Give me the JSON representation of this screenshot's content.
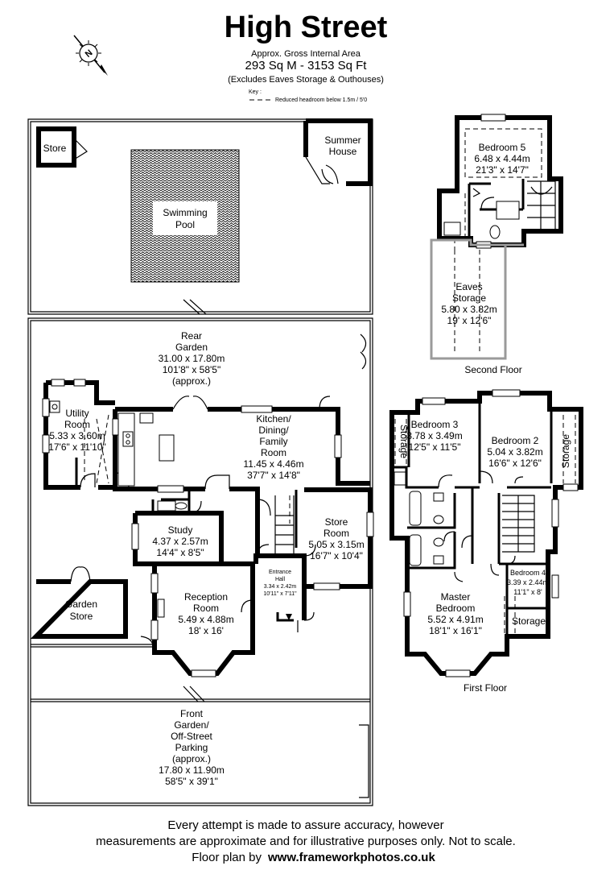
{
  "header": {
    "title": "High Street",
    "area_caption": "Approx. Gross Internal Area",
    "area_value": "293 Sq M - 3153 Sq Ft",
    "excludes": "(Excludes Eaves Storage & Outhouses)",
    "key_label": "Key :",
    "key_item": "Reduced  headroom below 1.5m / 5'0"
  },
  "compass": {
    "icon": "compass-north-icon",
    "letter": "N"
  },
  "outside": {
    "store": "Store",
    "summer_house": [
      "Summer",
      "House"
    ],
    "pool": [
      "Swimming",
      "Pool"
    ],
    "rear_garden": [
      "Rear",
      "Garden",
      "31.00 x 17.80m",
      "101'8\" x 58'5\"",
      "(approx.)"
    ],
    "garden_store": [
      "Garden",
      "Store"
    ],
    "front_garden": [
      "Front",
      "Garden/",
      "Off-Street",
      "Parking",
      "(approx.)",
      "17.80 x 11.90m",
      "58'5\" x 39'1\""
    ]
  },
  "ground_floor": {
    "utility": [
      "Utility",
      "Room",
      "5.33 x 3.60m",
      "17'6\" x 11'10\""
    ],
    "kitchen": [
      "Kitchen/",
      "Dining/",
      "Family",
      "Room",
      "11.45 x 4.46m",
      "37'7\" x 14'8\""
    ],
    "study": [
      "Study",
      "4.37 x 2.57m",
      "14'4\" x 8'5\""
    ],
    "store_room": [
      "Store",
      "Room",
      "5.05 x 3.15m",
      "16'7\" x 10'4\""
    ],
    "entrance_hall": [
      "Entrance",
      "Hall",
      "3.34 x 2.42m",
      "10'11\" x 7'11\""
    ],
    "reception": [
      "Reception",
      "Room",
      "5.49 x 4.88m",
      "18' x 16'"
    ]
  },
  "second_floor": {
    "label": "Second Floor",
    "bedroom5": [
      "Bedroom 5",
      "6.48 x 4.44m",
      "21'3\" x 14'7\""
    ],
    "eaves": [
      "Eaves",
      "Storage",
      "5.80 x 3.82m",
      "19' x 12'6\""
    ]
  },
  "first_floor": {
    "label": "First Floor",
    "bedroom3": [
      "Bedroom 3",
      "3.78 x 3.49m",
      "12'5\" x 11'5\""
    ],
    "bedroom2": [
      "Bedroom 2",
      "5.04 x 3.82m",
      "16'6\" x 12'6\""
    ],
    "storage_left": "Storage",
    "storage_right": "Storage",
    "bedroom4": [
      "Bedroom 4",
      "3.39 x 2.44m",
      "11'1\" x 8'"
    ],
    "storage_b4": "Storage",
    "master": [
      "Master",
      "Bedroom",
      "5.52 x 4.91m",
      "18'1\" x 16'1\""
    ]
  },
  "footer": {
    "line1": "Every attempt is made to assure accuracy, however",
    "line2": "measurements are approximate and for illustrative purposes only. Not to scale.",
    "credit_prefix": "Floor plan by",
    "credit_site": "www.frameworkphotos.co.uk"
  }
}
